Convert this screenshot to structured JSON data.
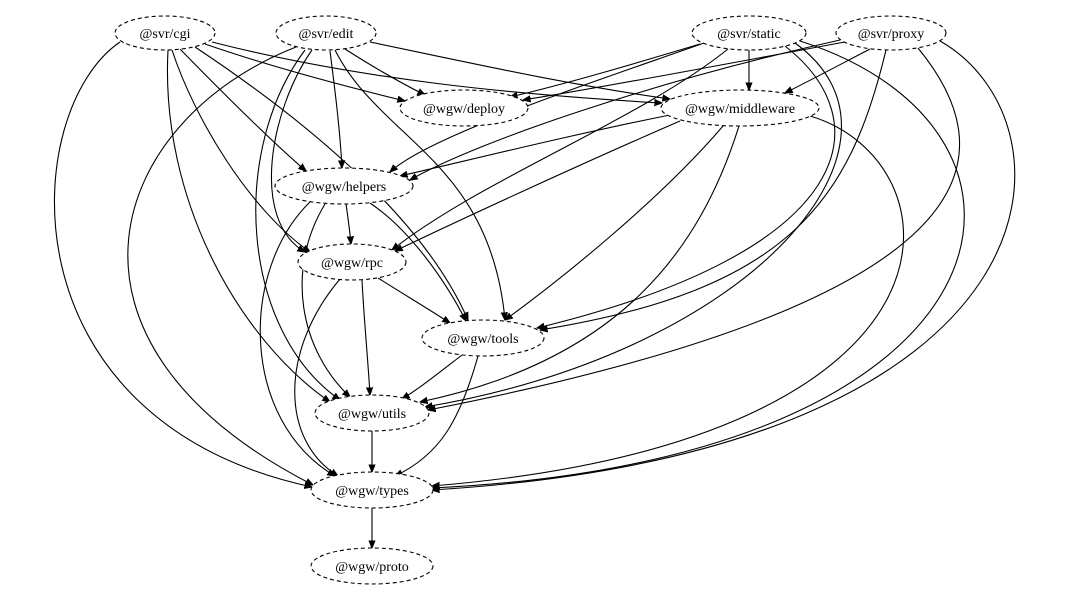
{
  "diagram": {
    "type": "dependency-graph",
    "nodes": [
      {
        "id": "svr_cgi",
        "label": "@svr/cgi"
      },
      {
        "id": "svr_edit",
        "label": "@svr/edit"
      },
      {
        "id": "svr_static",
        "label": "@svr/static"
      },
      {
        "id": "svr_proxy",
        "label": "@svr/proxy"
      },
      {
        "id": "deploy",
        "label": "@wgw/deploy"
      },
      {
        "id": "middleware",
        "label": "@wgw/middleware"
      },
      {
        "id": "helpers",
        "label": "@wgw/helpers"
      },
      {
        "id": "rpc",
        "label": "@wgw/rpc"
      },
      {
        "id": "tools",
        "label": "@wgw/tools"
      },
      {
        "id": "utils",
        "label": "@wgw/utils"
      },
      {
        "id": "types",
        "label": "@wgw/types"
      },
      {
        "id": "proto",
        "label": "@wgw/proto"
      }
    ],
    "edges": [
      {
        "from": "svr_cgi",
        "to": "deploy"
      },
      {
        "from": "svr_cgi",
        "to": "middleware"
      },
      {
        "from": "svr_cgi",
        "to": "helpers"
      },
      {
        "from": "svr_cgi",
        "to": "rpc"
      },
      {
        "from": "svr_cgi",
        "to": "tools"
      },
      {
        "from": "svr_cgi",
        "to": "utils"
      },
      {
        "from": "svr_cgi",
        "to": "types"
      },
      {
        "from": "svr_edit",
        "to": "deploy"
      },
      {
        "from": "svr_edit",
        "to": "middleware"
      },
      {
        "from": "svr_edit",
        "to": "helpers"
      },
      {
        "from": "svr_edit",
        "to": "rpc"
      },
      {
        "from": "svr_edit",
        "to": "tools"
      },
      {
        "from": "svr_edit",
        "to": "utils"
      },
      {
        "from": "svr_edit",
        "to": "types"
      },
      {
        "from": "svr_static",
        "to": "deploy"
      },
      {
        "from": "svr_static",
        "to": "middleware"
      },
      {
        "from": "svr_static",
        "to": "helpers"
      },
      {
        "from": "svr_static",
        "to": "rpc"
      },
      {
        "from": "svr_static",
        "to": "tools"
      },
      {
        "from": "svr_static",
        "to": "utils"
      },
      {
        "from": "svr_static",
        "to": "types"
      },
      {
        "from": "svr_proxy",
        "to": "deploy"
      },
      {
        "from": "svr_proxy",
        "to": "middleware"
      },
      {
        "from": "svr_proxy",
        "to": "helpers"
      },
      {
        "from": "svr_proxy",
        "to": "tools"
      },
      {
        "from": "svr_proxy",
        "to": "utils"
      },
      {
        "from": "svr_proxy",
        "to": "types"
      },
      {
        "from": "middleware",
        "to": "helpers"
      },
      {
        "from": "middleware",
        "to": "rpc"
      },
      {
        "from": "middleware",
        "to": "tools"
      },
      {
        "from": "middleware",
        "to": "utils"
      },
      {
        "from": "middleware",
        "to": "types"
      },
      {
        "from": "helpers",
        "to": "rpc"
      },
      {
        "from": "helpers",
        "to": "tools"
      },
      {
        "from": "helpers",
        "to": "utils"
      },
      {
        "from": "helpers",
        "to": "types"
      },
      {
        "from": "rpc",
        "to": "tools"
      },
      {
        "from": "rpc",
        "to": "utils"
      },
      {
        "from": "rpc",
        "to": "types"
      },
      {
        "from": "tools",
        "to": "utils"
      },
      {
        "from": "tools",
        "to": "types"
      },
      {
        "from": "utils",
        "to": "types"
      },
      {
        "from": "types",
        "to": "proto"
      }
    ]
  }
}
